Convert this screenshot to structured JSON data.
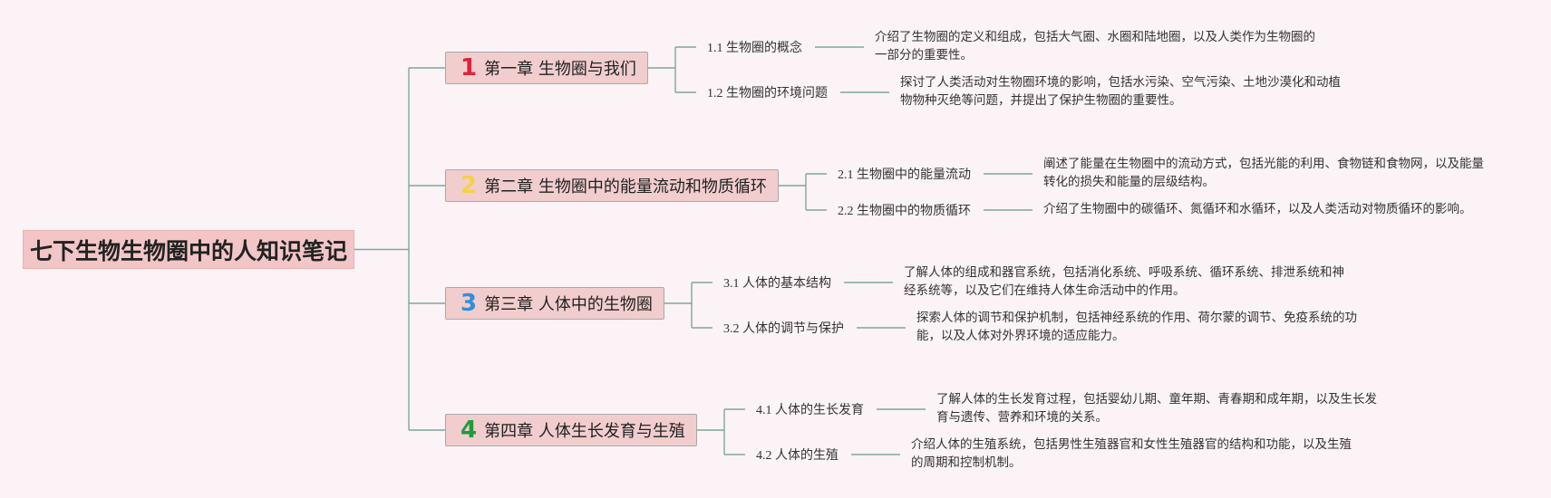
{
  "title": "七下生物生物圈中的人知识笔记",
  "chapters": [
    {
      "num": "1",
      "num_color": "#e0233a",
      "title": "第一章 生物圈与我们",
      "sections": [
        {
          "title": "1.1 生物圈的概念",
          "desc": "介绍了生物圈的定义和组成，包括大气圈、水圈和陆地圈，以及人类作为生物圈的一部分的重要性。"
        },
        {
          "title": "1.2 生物圈的环境问题",
          "desc": "探讨了人类活动对生物圈环境的影响，包括水污染、空气污染、土地沙漠化和动植物物种灭绝等问题，并提出了保护生物圈的重要性。"
        }
      ]
    },
    {
      "num": "2",
      "num_color": "#f5d14a",
      "title": "第二章 生物圈中的能量流动和物质循环",
      "sections": [
        {
          "title": "2.1 生物圈中的能量流动",
          "desc": "阐述了能量在生物圈中的流动方式，包括光能的利用、食物链和食物网，以及能量转化的损失和能量的层级结构。"
        },
        {
          "title": "2.2 生物圈中的物质循环",
          "desc": "介绍了生物圈中的碳循环、氮循环和水循环，以及人类活动对物质循环的影响。"
        }
      ]
    },
    {
      "num": "3",
      "num_color": "#2f8fdc",
      "title": "第三章 人体中的生物圈",
      "sections": [
        {
          "title": "3.1 人体的基本结构",
          "desc": "了解人体的组成和器官系统，包括消化系统、呼吸系统、循环系统、排泄系统和神经系统等，以及它们在维持人体生命活动中的作用。"
        },
        {
          "title": "3.2 人体的调节与保护",
          "desc": "探索人体的调节和保护机制，包括神经系统的作用、荷尔蒙的调节、免疫系统的功能，以及人体对外界环境的适应能力。"
        }
      ]
    },
    {
      "num": "4",
      "num_color": "#1e9c3c",
      "title": "第四章 人体生长发育与生殖",
      "sections": [
        {
          "title": "4.1 人体的生长发育",
          "desc": "了解人体的生长发育过程，包括婴幼儿期、童年期、青春期和成年期，以及生长发育与遗传、营养和环境的关系。"
        },
        {
          "title": "4.2 人体的生殖",
          "desc": "介绍人体的生殖系统，包括男性生殖器官和女性生殖器官的结构和功能，以及生殖的周期和控制机制。"
        }
      ]
    }
  ],
  "colors": {
    "connector": "#7fa89a",
    "root_bg": "#f2c6c6",
    "chapter_bg": "#f1cdcd"
  }
}
